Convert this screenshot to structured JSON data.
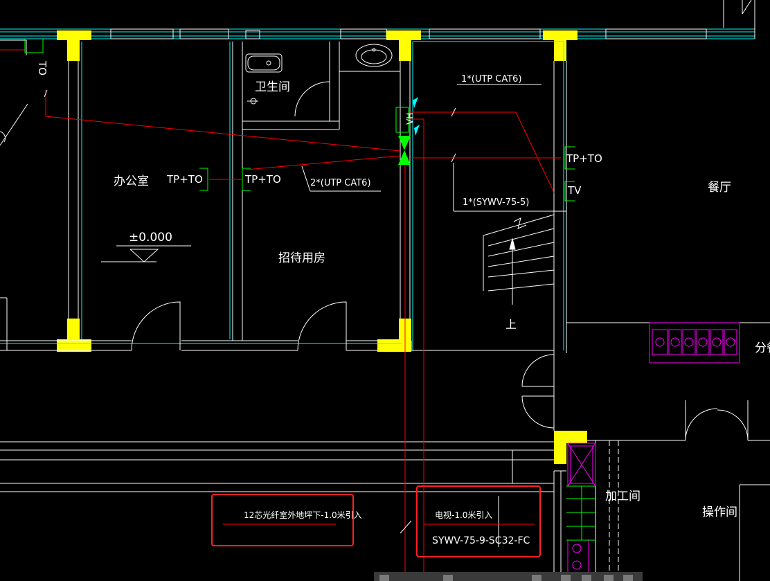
{
  "rooms": {
    "office": "办公室",
    "bathroom": "卫生间",
    "guest_room": "招待用房",
    "dining_hall": "餐厅",
    "processing_room": "加工间",
    "operation_room": "操作间",
    "partial_label": "分餐"
  },
  "level_mark": "±0.000",
  "stair_up": "上",
  "outlets": {
    "to_left": "TO",
    "tp_to_office": "TP+TO",
    "tp_to_guest": "TP+TO",
    "tp_to_right": "TP+TO",
    "tv_right": "TV",
    "vh_box": "VH"
  },
  "cables": {
    "utp_top": "1*(UTP CAT6)",
    "utp_double": "2*(UTP CAT6)",
    "syv_coax": "1*(SYWV-75-5)"
  },
  "callouts": {
    "fiber_entry": "12芯光纤室外地坪下-1.0米引入",
    "tv_entry_title": "电视-1.0米引入",
    "tv_entry_spec": "SYWV-75-9-SC32-FC"
  },
  "colors": {
    "wall": "#ffffff",
    "window": "#00ffff",
    "column": "#ffff00",
    "cable": "#ff0000",
    "device": "#00ff00",
    "furniture": "#ff00ff",
    "highlight": "#ff2020"
  }
}
